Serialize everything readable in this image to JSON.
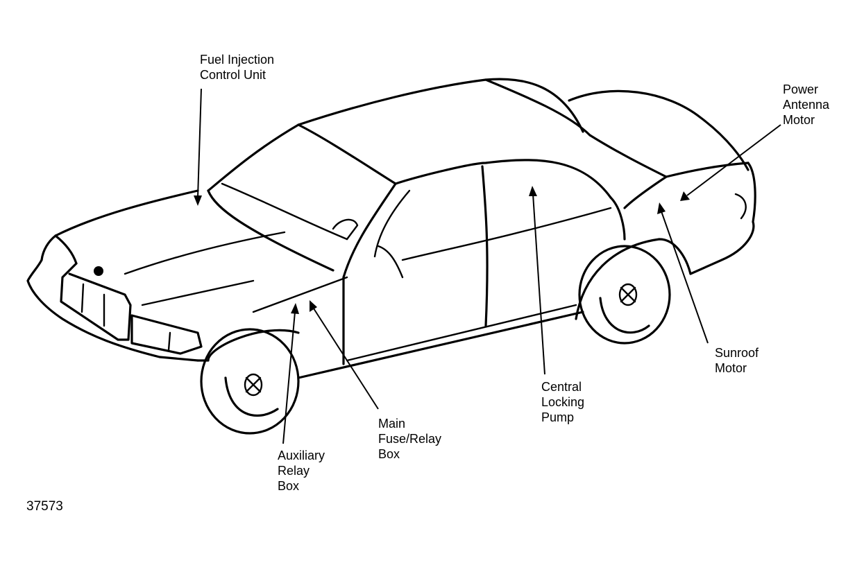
{
  "figure_number": "37573",
  "callouts": {
    "fuel_injection": [
      "Fuel Injection",
      "Control Unit"
    ],
    "power_antenna": [
      "Power",
      "Antenna",
      "Motor"
    ],
    "sunroof": [
      "Sunroof",
      "Motor"
    ],
    "central_locking": [
      "Central",
      "Locking",
      "Pump"
    ],
    "main_fuse": [
      "Main",
      "Fuse/Relay",
      "Box"
    ],
    "auxiliary_relay": [
      "Auxiliary",
      "Relay",
      "Box"
    ]
  }
}
